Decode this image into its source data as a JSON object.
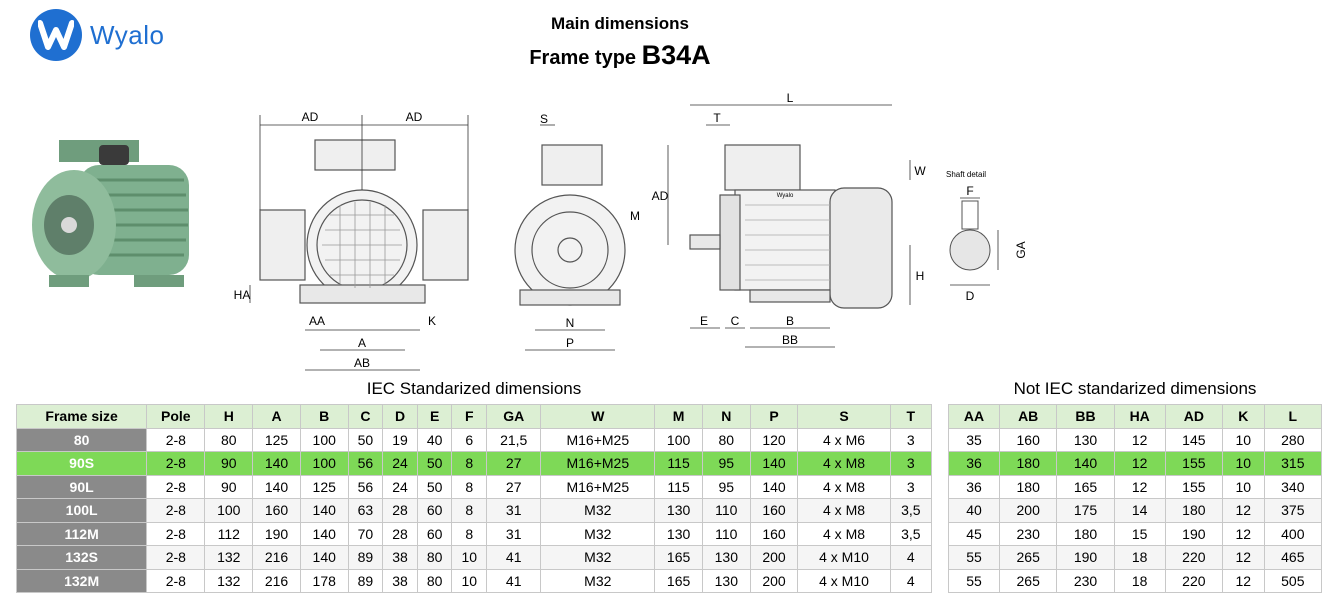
{
  "logo": {
    "text": "Wyalo"
  },
  "title": {
    "line1": "Main dimensions",
    "prefix": "Frame type",
    "frame": "B34A"
  },
  "drawing_labels": {
    "front": [
      "AD",
      "AD",
      "HA",
      "AA",
      "K",
      "A",
      "AB"
    ],
    "side": [
      "S",
      "M",
      "N",
      "P"
    ],
    "long": [
      "L",
      "T",
      "AD",
      "W",
      "H",
      "E",
      "C",
      "B",
      "BB"
    ],
    "shaft": [
      "Shaft detail",
      "F",
      "GA",
      "D"
    ],
    "motor_brand": "Wyalo"
  },
  "sections": {
    "iec": "IEC Standarized dimensions",
    "non_iec": "Not IEC standarized dimensions"
  },
  "iec_table": {
    "headers": [
      "Frame size",
      "Pole",
      "H",
      "A",
      "B",
      "C",
      "D",
      "E",
      "F",
      "GA",
      "W",
      "M",
      "N",
      "P",
      "S",
      "T"
    ],
    "rows": [
      [
        "80",
        "2-8",
        "80",
        "125",
        "100",
        "50",
        "19",
        "40",
        "6",
        "21,5",
        "M16+M25",
        "100",
        "80",
        "120",
        "4 x M6",
        "3"
      ],
      [
        "90S",
        "2-8",
        "90",
        "140",
        "100",
        "56",
        "24",
        "50",
        "8",
        "27",
        "M16+M25",
        "115",
        "95",
        "140",
        "4 x M8",
        "3"
      ],
      [
        "90L",
        "2-8",
        "90",
        "140",
        "125",
        "56",
        "24",
        "50",
        "8",
        "27",
        "M16+M25",
        "115",
        "95",
        "140",
        "4 x M8",
        "3"
      ],
      [
        "100L",
        "2-8",
        "100",
        "160",
        "140",
        "63",
        "28",
        "60",
        "8",
        "31",
        "M32",
        "130",
        "110",
        "160",
        "4 x M8",
        "3,5"
      ],
      [
        "112M",
        "2-8",
        "112",
        "190",
        "140",
        "70",
        "28",
        "60",
        "8",
        "31",
        "M32",
        "130",
        "110",
        "160",
        "4 x M8",
        "3,5"
      ],
      [
        "132S",
        "2-8",
        "132",
        "216",
        "140",
        "89",
        "38",
        "80",
        "10",
        "41",
        "M32",
        "165",
        "130",
        "200",
        "4 x M10",
        "4"
      ],
      [
        "132M",
        "2-8",
        "132",
        "216",
        "178",
        "89",
        "38",
        "80",
        "10",
        "41",
        "M32",
        "165",
        "130",
        "200",
        "4 x M10",
        "4"
      ]
    ]
  },
  "non_iec_table": {
    "headers": [
      "AA",
      "AB",
      "BB",
      "HA",
      "AD",
      "K",
      "L"
    ],
    "rows": [
      [
        "35",
        "160",
        "130",
        "12",
        "145",
        "10",
        "280"
      ],
      [
        "36",
        "180",
        "140",
        "12",
        "155",
        "10",
        "315"
      ],
      [
        "36",
        "180",
        "165",
        "12",
        "155",
        "10",
        "340"
      ],
      [
        "40",
        "200",
        "175",
        "14",
        "180",
        "12",
        "375"
      ],
      [
        "45",
        "230",
        "180",
        "15",
        "190",
        "12",
        "400"
      ],
      [
        "55",
        "265",
        "190",
        "18",
        "220",
        "12",
        "465"
      ],
      [
        "55",
        "265",
        "230",
        "18",
        "220",
        "12",
        "505"
      ]
    ]
  },
  "highlight_row_index": 1,
  "colors": {
    "brand": "#1f6fd1",
    "highlight": "#7ed957",
    "header_bg": "#dcefd3",
    "frame_cell": "#8a8a8a",
    "motor_green": "#7fb08f"
  }
}
